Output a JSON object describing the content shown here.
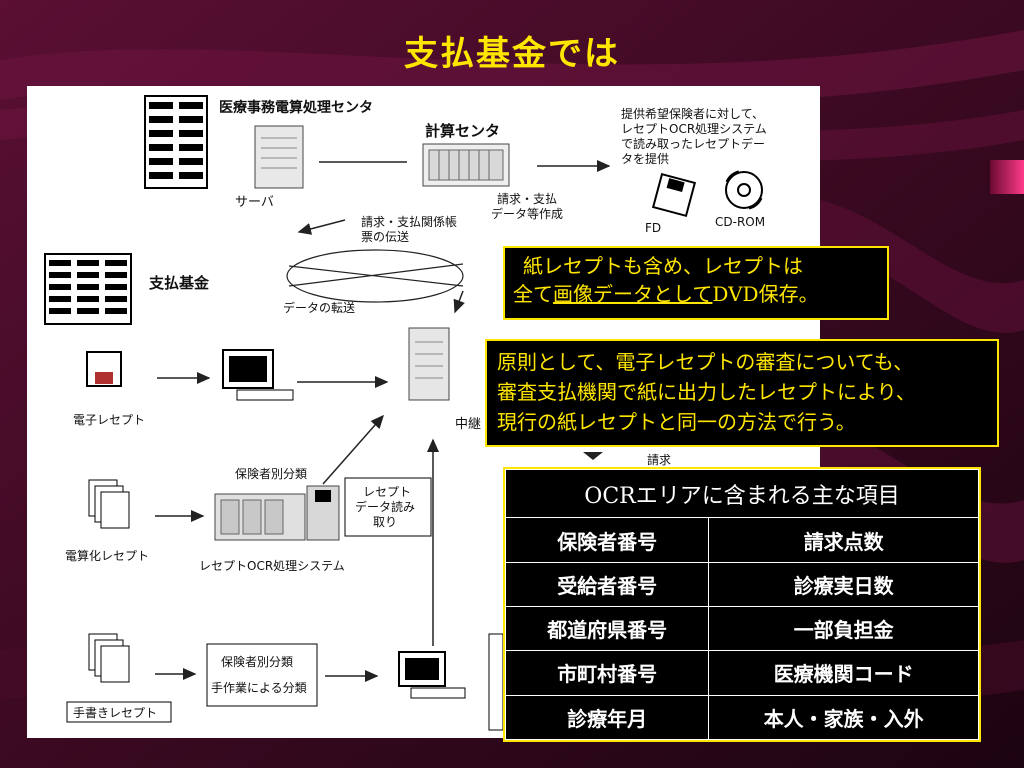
{
  "slide": {
    "title": "支払基金では"
  },
  "diagram": {
    "medical_center_label": "医療事務電算処理センタ",
    "server_label": "サーバ",
    "calc_center_label": "計算センタ",
    "calc_output_label_1": "請求・支払",
    "calc_output_label_2": "データ等作成",
    "provide_text": [
      "提供希望保険者に対して、",
      "レセプトOCR処理システム",
      "で読み取ったレセプトデー",
      "タを提供"
    ],
    "fd_label": "FD",
    "cdrom_label": "CD-ROM",
    "transfer_label_1": "請求・支払関係帳",
    "transfer_label_2": "票の伝送",
    "data_transfer_label": "データの転送",
    "shiharai_label": "支払基金",
    "electronic_label": "電子レセプト",
    "relay_label": "中継",
    "insurer_sort_label": "保険者別分類",
    "read_label": [
      "レセプト",
      "データ読み",
      "取り"
    ],
    "computer_receipt_label": "電算化レセプト",
    "ocr_system_label": "レセプトOCR処理システム",
    "manual_sort_label_1": "保険者別分類",
    "manual_sort_label_2": "手作業による分類",
    "handwritten_label": "手書きレセプト",
    "claim_partial_label": "請求"
  },
  "callout1": {
    "line1": "紙レセプトも含め、レセプトは",
    "line2_prefix": "全て",
    "line2_underlined": "画像データとして",
    "line2_suffix": "DVD保存。"
  },
  "callout2": {
    "lines": [
      "原則として、電子レセプトの審査についても、",
      "審査支払機関で紙に出力したレセプトにより、",
      "現行の紙レセプトと同一の方法で行う。"
    ]
  },
  "ocr_table": {
    "header": "OCRエリアに含まれる主な項目",
    "rows": [
      [
        "保険者番号",
        "請求点数"
      ],
      [
        "受給者番号",
        "診療実日数"
      ],
      [
        "都道府県番号",
        "一部負担金"
      ],
      [
        "市町村番号",
        "医療機関コード"
      ],
      [
        "診療年月",
        "本人・家族・入外"
      ]
    ]
  },
  "colors": {
    "background": "#2a0818",
    "accent": "#ffe600",
    "table_bg": "#000000"
  }
}
